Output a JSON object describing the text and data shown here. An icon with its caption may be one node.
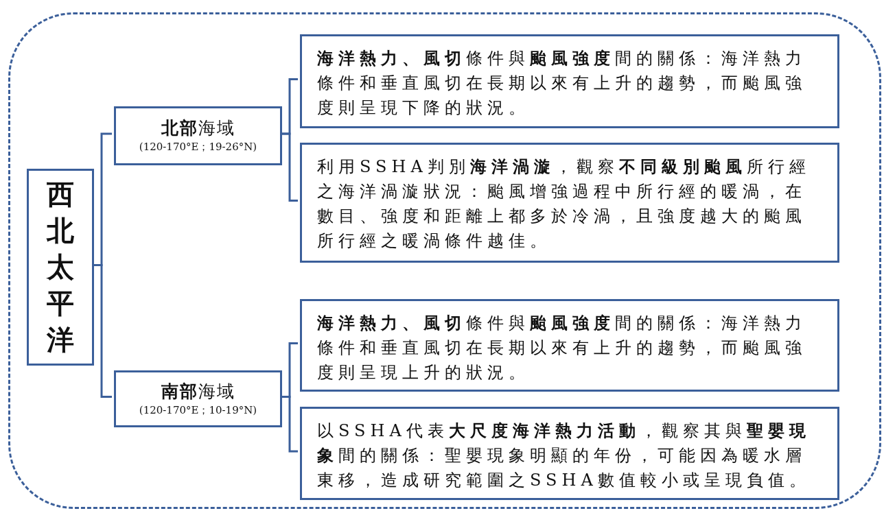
{
  "diagram": {
    "nodes": [
      {
        "text": [],
        "shape": "box"
      },
      {
        "text": [
          "西北太平洋"
        ],
        "in": 0
      },
      {
        "text": [
          "**北部**海域",
          "(120-170°E；19-26°N)"
        ],
        "in": 0
      },
      {
        "text": [
          "**海洋熱力、風切**條件與**颱風強度**間的關係：海洋熱力條件和垂直風切在長期以來有上升的趨勢，而颱風強度則呈現下降的狀況。"
        ],
        "in": 0
      },
      {
        "text": [
          "利用SSHA判別**海洋渦漩**，觀察**不同級別颱風**所行經之海洋渦漩狀況：颱風增強過程中所行經的暖渦，在數目、強度和距離上都多於冷渦，且強度越大的颱風所行經之暖渦條件越佳。"
        ],
        "in": 0
      },
      {
        "text": [
          "**南部**海域",
          "(120-170°E；10-19°N)"
        ],
        "in": 0
      },
      {
        "text": [
          "**海洋熱力、風切**條件與**颱風強度**間的關係：海洋熱力條件和垂直風切在長期以來有上升的趨勢，而颱風強度則呈現上升的狀況。"
        ],
        "in": 0
      },
      {
        "text": [
          "以SSHA代表**大尺度海洋熱力活動**，觀察其與**聖嬰現象**間的關係：聖嬰現象明顯的年份，可能因為暖水層東移，造成研究範圍之SSHA數值較小或呈現負值。"
        ],
        "in": 0
      }
    ],
    "edges": [
      {
        "from": 1,
        "to": 2,
        "arrow": "none"
      },
      {
        "from": 1,
        "to": 5,
        "arrow": "none"
      },
      {
        "from": 2,
        "to": 3,
        "arrow": "none"
      },
      {
        "from": 2,
        "to": 4,
        "arrow": "none"
      },
      {
        "from": 5,
        "to": 6,
        "arrow": "none"
      },
      {
        "from": 5,
        "to": 7,
        "arrow": "none"
      }
    ]
  }
}
